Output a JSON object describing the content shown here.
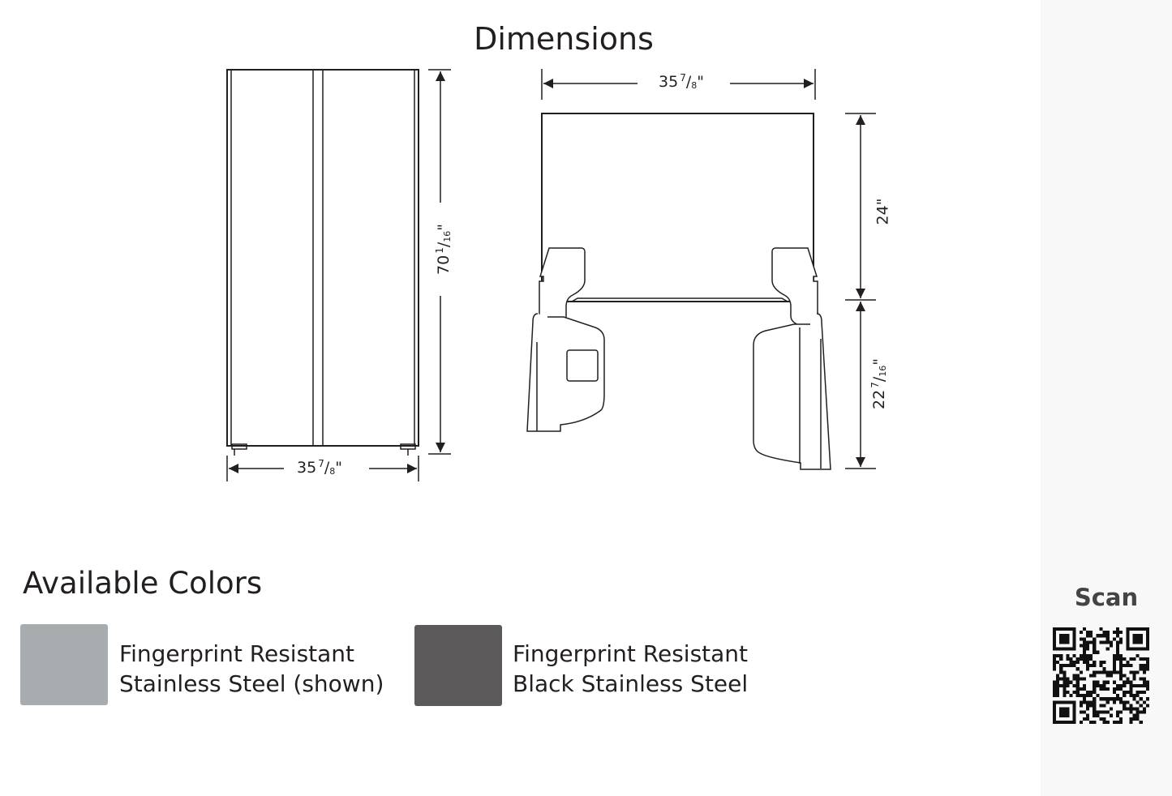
{
  "header": {
    "title": "Dimensions"
  },
  "front_view": {
    "height": {
      "whole": "70",
      "num": "1",
      "den": "16",
      "unit": "\""
    },
    "width": {
      "whole": "35",
      "num": "7",
      "den": "8",
      "unit": "\""
    }
  },
  "top_view": {
    "width": {
      "whole": "35",
      "num": "7",
      "den": "8",
      "unit": "\""
    },
    "depth": {
      "whole": "24",
      "unit": "\""
    },
    "door_depth": {
      "whole": "22",
      "num": "7",
      "den": "16",
      "unit": "\""
    }
  },
  "colors": {
    "heading": "Available Colors",
    "items": [
      {
        "line1": "Fingerprint Resistant",
        "line2": "Stainless Steel (shown)",
        "swatch": "#a7adaf"
      },
      {
        "line1": "Fingerprint Resistant",
        "line2": "Black Stainless Steel",
        "swatch": "#5b595a"
      }
    ]
  },
  "qr": {
    "label": "Scan"
  }
}
